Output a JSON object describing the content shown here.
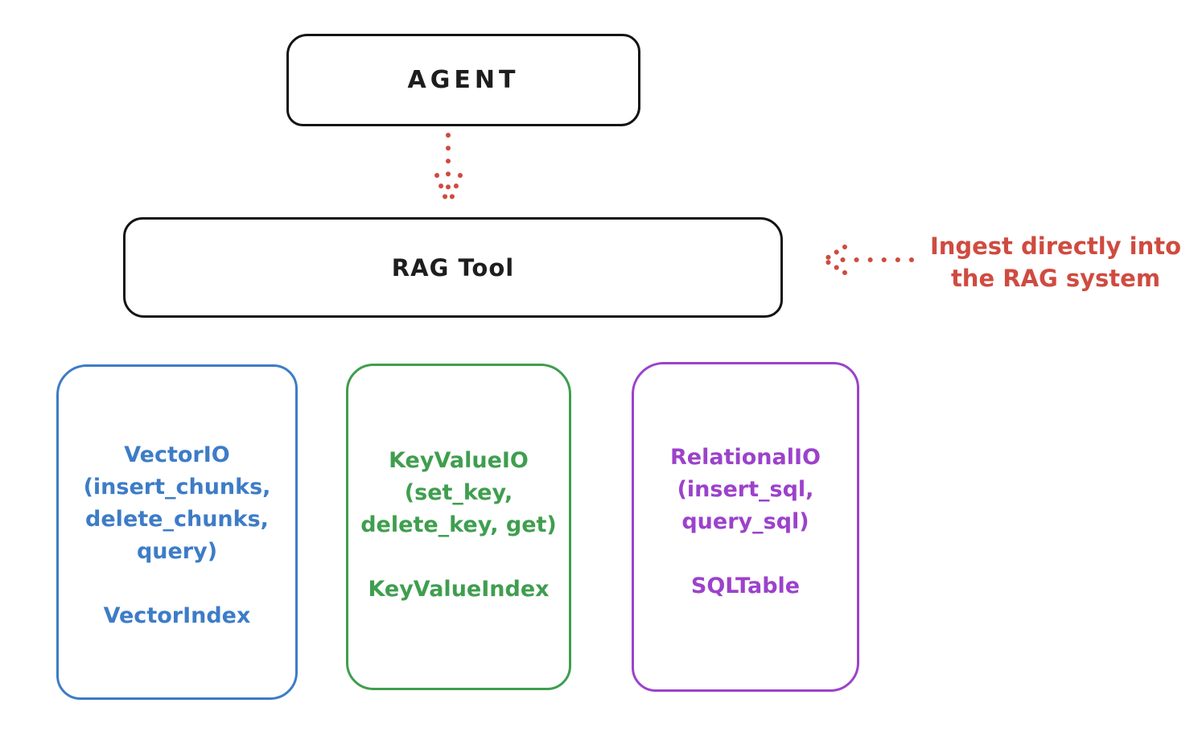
{
  "diagram": {
    "agent": {
      "label": "AGENT"
    },
    "rag_tool": {
      "label": "RAG Tool"
    },
    "annotation": {
      "line1": "Ingest directly into",
      "line2": "the RAG system"
    },
    "storage_boxes": [
      {
        "name": "vector-io",
        "lines": [
          "VectorIO",
          "(insert_chunks,",
          "delete_chunks,",
          "query)"
        ],
        "footer": "VectorIndex",
        "color": "#3d7cc7"
      },
      {
        "name": "keyvalue-io",
        "lines": [
          "KeyValueIO",
          "(set_key,",
          "delete_key, get)"
        ],
        "footer": "KeyValueIndex",
        "color": "#3f9e4f"
      },
      {
        "name": "relational-io",
        "lines": [
          "RelationalIO",
          "(insert_sql,",
          "query_sql)"
        ],
        "footer": "SQLTable",
        "color": "#9c42cb"
      }
    ],
    "colors": {
      "outline_black": "#1e1e1e",
      "accent_red": "#cf4b40",
      "vector_blue": "#3d7cc7",
      "keyvalue_green": "#3f9e4f",
      "relational_purple": "#9c42cb"
    }
  }
}
